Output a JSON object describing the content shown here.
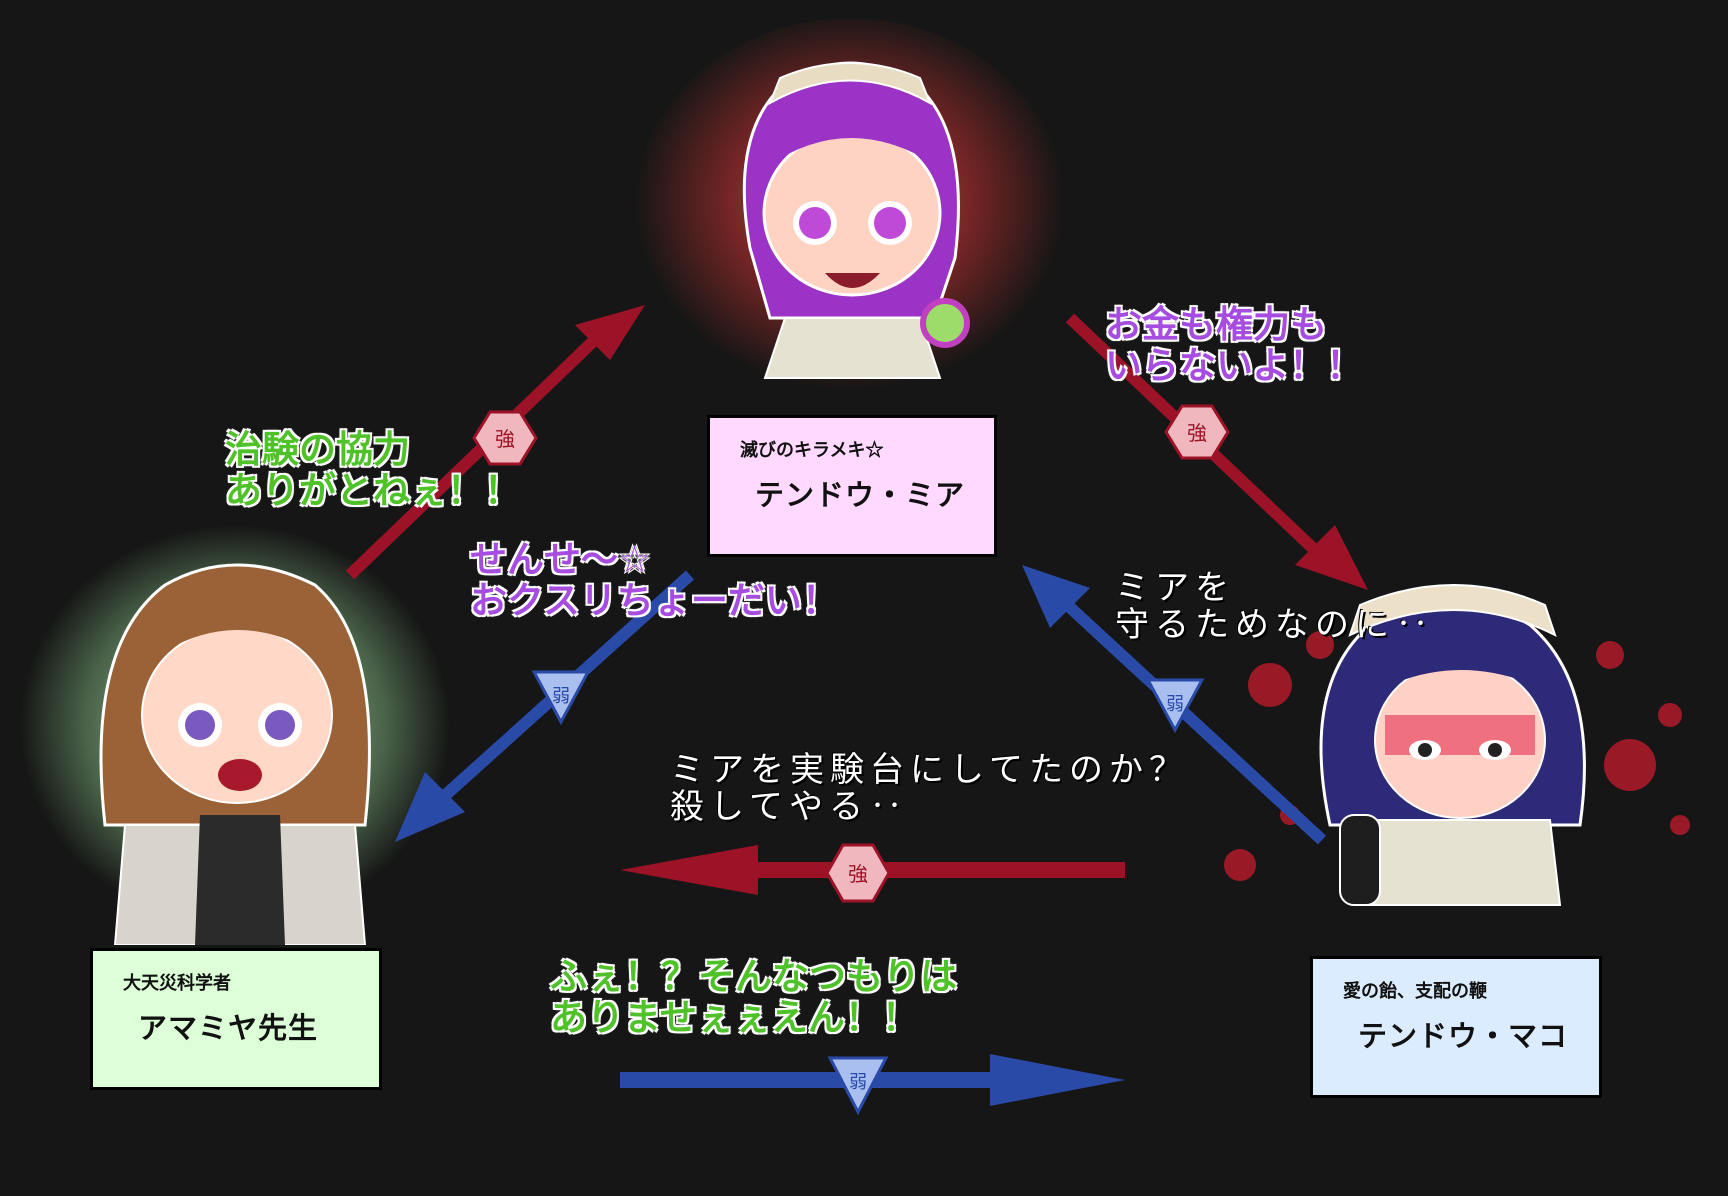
{
  "characters": {
    "mia": {
      "subtitle": "滅びのキラメキ☆",
      "name": "テンドウ・ミア",
      "card_color": "#ffd9ff"
    },
    "amamiya": {
      "subtitle": "大天災科学者",
      "name": "アマミヤ先生",
      "card_color": "#dcffd8"
    },
    "mako": {
      "subtitle": "愛の飴、支配の鞭",
      "name": "テンドウ・マコ",
      "card_color": "#dcecff"
    }
  },
  "relations": {
    "amamiya_to_mia": {
      "badge": "強",
      "quote_lines": [
        "治験の協力",
        "ありがとねぇ！！"
      ],
      "color": "#9c1227"
    },
    "mia_to_amamiya": {
      "badge": "弱",
      "quote_lines": [
        "せんせ〜☆",
        "おクスリちょーだい！"
      ],
      "color": "#2a4aa8"
    },
    "mia_to_mako": {
      "badge": "強",
      "quote_lines": [
        "お金も権力も",
        "いらないよ！！"
      ],
      "color": "#9c1227"
    },
    "mako_to_mia": {
      "badge": "弱",
      "quote_lines": [
        "ミアを",
        "守るためなのに‥"
      ],
      "color": "#2a4aa8"
    },
    "mako_to_amamiya": {
      "badge": "強",
      "quote_lines": [
        "ミアを実験台にしてたのか？",
        "殺してやる‥"
      ],
      "color": "#9c1227"
    },
    "amamiya_to_mako": {
      "badge": "弱",
      "quote_lines": [
        "ふぇ！？そんなつもりは",
        "ありませぇぇえん！！"
      ],
      "color": "#2a4aa8"
    }
  },
  "colors": {
    "background": "#161616",
    "strong": "#9c1227",
    "weak": "#2a4aa8",
    "badge_strong_fill": "#f0b8be",
    "badge_weak_fill": "#a8bff0"
  }
}
